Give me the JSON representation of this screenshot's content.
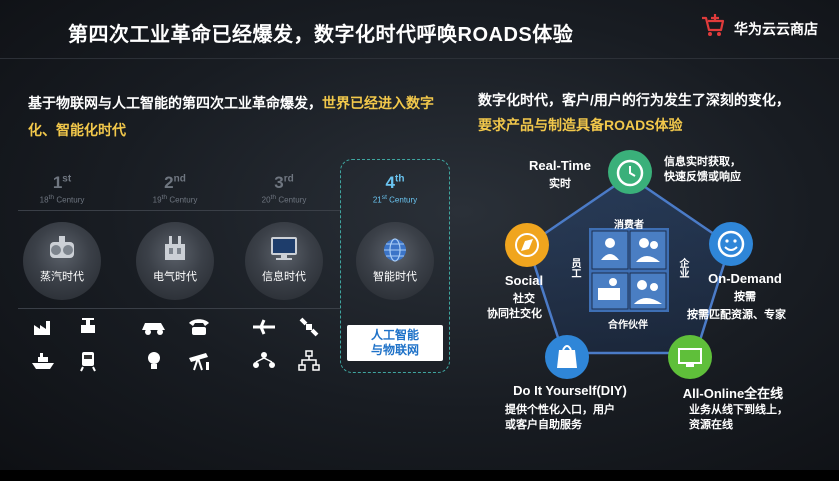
{
  "title": "第四次工业革命已经爆发，数字化时代呼唤ROADS体验",
  "brand": {
    "name": "华为云云商店",
    "logo_icon": "cart-plus-icon",
    "accent": "#e03b3b"
  },
  "left": {
    "intro_normal": "基于物联网与人工智能的第四次工业革命爆发，",
    "intro_highlight": "世界已经进入数字化、智能化时代",
    "eras": [
      {
        "ord": "1",
        "sup": "st",
        "century": "18",
        "century_sup": "th",
        "century_word": "Century",
        "label": "蒸汽时代",
        "icon": "steam-engine-icon",
        "items": [
          "factory-icon",
          "valve-icon",
          "ship-icon",
          "train-icon"
        ]
      },
      {
        "ord": "2",
        "sup": "nd",
        "century": "19",
        "century_sup": "th",
        "century_word": "Century",
        "label": "电气时代",
        "icon": "power-plant-icon",
        "items": [
          "car-icon",
          "telephone-icon",
          "lightbulb-icon",
          "oil-pump-icon"
        ]
      },
      {
        "ord": "3",
        "sup": "rd",
        "century": "20",
        "century_sup": "th",
        "century_word": "Century",
        "label": "信息时代",
        "icon": "computer-icon",
        "items": [
          "airplane-icon",
          "satellite-icon",
          "network-people-icon",
          "network-icon"
        ]
      },
      {
        "ord": "4",
        "sup": "th",
        "century": "21",
        "century_sup": "st",
        "century_word": "Century",
        "label": "智能时代",
        "icon": "globe-icon",
        "items": []
      }
    ],
    "ai_box": [
      "人工智能",
      "与物联网"
    ]
  },
  "right": {
    "intro_line1": "数字化时代，客户/用户的行为发生了深刻的变化，",
    "intro_line2": "要求产品与制造具备ROADS体验",
    "realtime": {
      "en": "Real-Time",
      "cn": "实时",
      "desc": [
        "信息实时获取，",
        "快速反馈或响应"
      ],
      "icon": "alarm-clock-icon"
    },
    "ondemand": {
      "en": "On-Demand",
      "cn": "按需",
      "desc": [
        "按需匹配资源、专家"
      ],
      "icon": "smiley-icon"
    },
    "allonline": {
      "en": "All-Online全在线",
      "desc": [
        "业务从线下到线上，",
        "资源在线"
      ],
      "icon": "monitor-icon"
    },
    "diy": {
      "en": "Do It Yourself(DIY)",
      "desc": [
        "提供个性化入口，用户",
        "或客户自助服务"
      ],
      "icon": "bag-icon"
    },
    "social": {
      "en": "Social",
      "cn": "社交",
      "desc": [
        "协同社交化"
      ],
      "icon": "shield-compass-icon"
    },
    "center": {
      "consumer": "消费者",
      "employee": "员工",
      "enterprise": "企业",
      "partner": "合作伙伴"
    }
  }
}
